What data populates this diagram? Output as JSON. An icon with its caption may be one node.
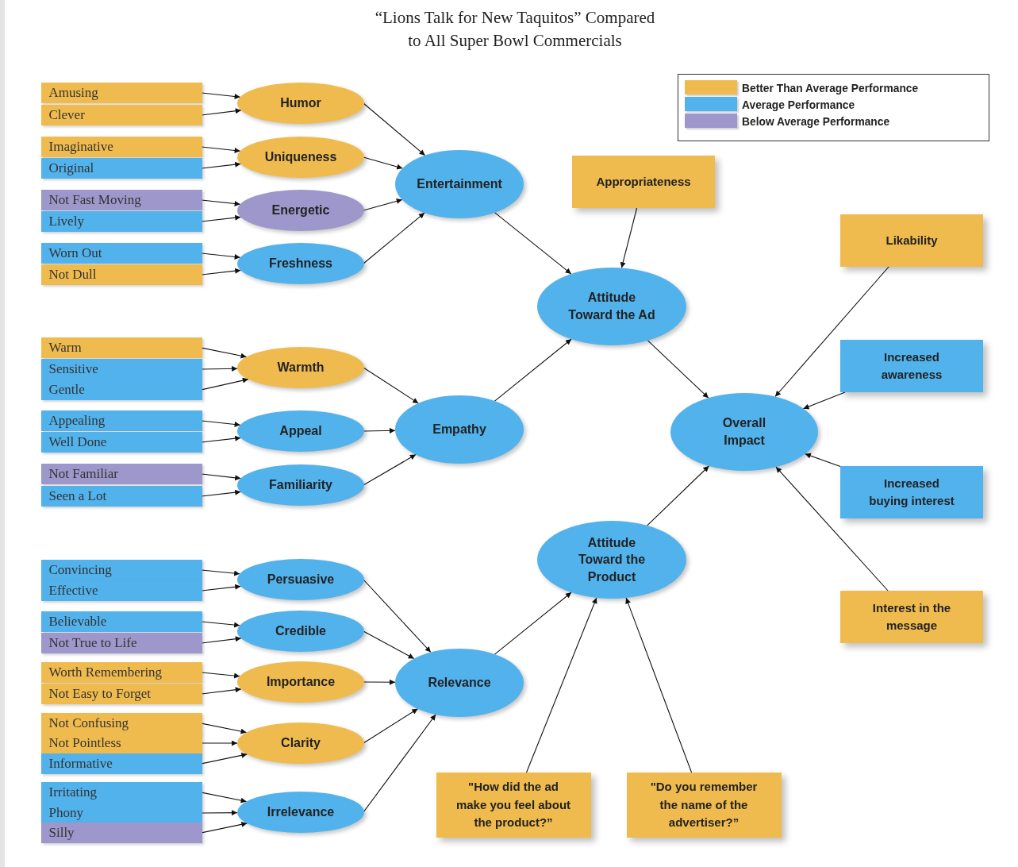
{
  "diagram": {
    "title": "“Lions Talk for New Taquitos” Compared to All Super Bowl Commercials",
    "nodes": [
      {
        "text": [
          "Amusing"
        ]
      },
      {
        "text": [
          "Clever"
        ]
      },
      {
        "text": [
          "Imaginative"
        ]
      },
      {
        "text": [
          "Original"
        ]
      },
      {
        "text": [
          "Not Fast Moving"
        ]
      },
      {
        "text": [
          "Lively"
        ]
      },
      {
        "text": [
          "Worn Out"
        ]
      },
      {
        "text": [
          "Not Dull"
        ]
      },
      {
        "text": [
          "Warm"
        ]
      },
      {
        "text": [
          "Sensitive"
        ]
      },
      {
        "text": [
          "Gentle"
        ]
      },
      {
        "text": [
          "Appealing"
        ]
      },
      {
        "text": [
          "Well Done"
        ]
      },
      {
        "text": [
          "Not Familiar"
        ]
      },
      {
        "text": [
          "Seen a Lot"
        ]
      },
      {
        "text": [
          "Convincing"
        ]
      },
      {
        "text": [
          "Effective"
        ]
      },
      {
        "text": [
          "Believable"
        ]
      },
      {
        "text": [
          "Not True to Life"
        ]
      },
      {
        "text": [
          "Worth Remembering"
        ]
      },
      {
        "text": [
          "Not Easy to Forget"
        ]
      },
      {
        "text": [
          "Not Confusing"
        ]
      },
      {
        "text": [
          "Not Pointless"
        ]
      },
      {
        "text": [
          "Informative"
        ]
      },
      {
        "text": [
          "Irritating"
        ]
      },
      {
        "text": [
          "Phony"
        ]
      },
      {
        "text": [
          "Silly"
        ]
      },
      {
        "text": [
          "Humor"
        ]
      },
      {
        "text": [
          "Uniqueness"
        ]
      },
      {
        "text": [
          "Energetic"
        ]
      },
      {
        "text": [
          "Freshness"
        ]
      },
      {
        "text": [
          "Warmth"
        ]
      },
      {
        "text": [
          "Appeal"
        ]
      },
      {
        "text": [
          "Familiarity"
        ]
      },
      {
        "text": [
          "Persuasive"
        ]
      },
      {
        "text": [
          "Credible"
        ]
      },
      {
        "text": [
          "Importance"
        ]
      },
      {
        "text": [
          "Clarity"
        ]
      },
      {
        "text": [
          "Irrelevance"
        ]
      },
      {
        "text": [
          "Entertainment"
        ]
      },
      {
        "text": [
          "Empathy"
        ]
      },
      {
        "text": [
          "Relevance"
        ]
      },
      {
        "text": [
          "Appropriateness"
        ]
      },
      {
        "text": [
          "Attitude Toward the Ad"
        ]
      },
      {
        "text": [
          "Attitude Toward the Product"
        ]
      },
      {
        "text": [
          "Overall Impact"
        ]
      },
      {
        "text": [
          "Likability"
        ]
      },
      {
        "text": [
          "Increased awareness"
        ]
      },
      {
        "text": [
          "Increased buying interest"
        ]
      },
      {
        "text": [
          "Interest in the message"
        ]
      },
      {
        "text": [
          "\"How did the ad make you feel about the product?”"
        ]
      },
      {
        "text": [
          "\"Do you remember the name of the advertiser?”"
        ]
      }
    ],
    "edges": [
      {
        "from": 0,
        "to": 27,
        "arrow": "to"
      },
      {
        "from": 1,
        "to": 27,
        "arrow": "to"
      },
      {
        "from": 2,
        "to": 28,
        "arrow": "to"
      },
      {
        "from": 3,
        "to": 28,
        "arrow": "to"
      },
      {
        "from": 4,
        "to": 29,
        "arrow": "to"
      },
      {
        "from": 5,
        "to": 29,
        "arrow": "to"
      },
      {
        "from": 6,
        "to": 30,
        "arrow": "to"
      },
      {
        "from": 7,
        "to": 30,
        "arrow": "to"
      },
      {
        "from": 8,
        "to": 31,
        "arrow": "to"
      },
      {
        "from": 9,
        "to": 31,
        "arrow": "to"
      },
      {
        "from": 10,
        "to": 31,
        "arrow": "to"
      },
      {
        "from": 11,
        "to": 32,
        "arrow": "to"
      },
      {
        "from": 12,
        "to": 32,
        "arrow": "to"
      },
      {
        "from": 13,
        "to": 33,
        "arrow": "to"
      },
      {
        "from": 14,
        "to": 33,
        "arrow": "to"
      },
      {
        "from": 15,
        "to": 34,
        "arrow": "to"
      },
      {
        "from": 16,
        "to": 34,
        "arrow": "to"
      },
      {
        "from": 17,
        "to": 35,
        "arrow": "to"
      },
      {
        "from": 18,
        "to": 35,
        "arrow": "to"
      },
      {
        "from": 19,
        "to": 36,
        "arrow": "to"
      },
      {
        "from": 20,
        "to": 36,
        "arrow": "to"
      },
      {
        "from": 21,
        "to": 37,
        "arrow": "to"
      },
      {
        "from": 22,
        "to": 37,
        "arrow": "to"
      },
      {
        "from": 23,
        "to": 37,
        "arrow": "to"
      },
      {
        "from": 24,
        "to": 38,
        "arrow": "to"
      },
      {
        "from": 25,
        "to": 38,
        "arrow": "to"
      },
      {
        "from": 26,
        "to": 38,
        "arrow": "to"
      },
      {
        "from": 27,
        "to": 39,
        "arrow": "to"
      },
      {
        "from": 28,
        "to": 39,
        "arrow": "to"
      },
      {
        "from": 29,
        "to": 39,
        "arrow": "to"
      },
      {
        "from": 30,
        "to": 39,
        "arrow": "to"
      },
      {
        "from": 31,
        "to": 40,
        "arrow": "to"
      },
      {
        "from": 32,
        "to": 40,
        "arrow": "to"
      },
      {
        "from": 33,
        "to": 40,
        "arrow": "to"
      },
      {
        "from": 34,
        "to": 41,
        "arrow": "to"
      },
      {
        "from": 35,
        "to": 41,
        "arrow": "to"
      },
      {
        "from": 36,
        "to": 41,
        "arrow": "to"
      },
      {
        "from": 37,
        "to": 41,
        "arrow": "to"
      },
      {
        "from": 38,
        "to": 41,
        "arrow": "to"
      },
      {
        "from": 39,
        "to": 43,
        "arrow": "to"
      },
      {
        "from": 42,
        "to": 43,
        "arrow": "to"
      },
      {
        "from": 40,
        "to": 43,
        "arrow": "to"
      },
      {
        "from": 41,
        "to": 44,
        "arrow": "to"
      },
      {
        "from": 43,
        "to": 45,
        "arrow": "to"
      },
      {
        "from": 44,
        "to": 45,
        "arrow": "to"
      },
      {
        "from": 46,
        "to": 45,
        "arrow": "to"
      },
      {
        "from": 47,
        "to": 45,
        "arrow": "to"
      },
      {
        "from": 48,
        "to": 45,
        "arrow": "to"
      },
      {
        "from": 49,
        "to": 45,
        "arrow": "to"
      },
      {
        "from": 50,
        "to": 44,
        "arrow": "to"
      },
      {
        "from": 51,
        "to": 44,
        "arrow": "to"
      }
    ],
    "legend": [
      {
        "text": "Better Than Average Performance",
        "color": "#f0bb4e"
      },
      {
        "text": "Average Performance",
        "color": "#52b2ec"
      },
      {
        "text": "Below Average Performance",
        "color": "#9d97cb"
      }
    ]
  }
}
